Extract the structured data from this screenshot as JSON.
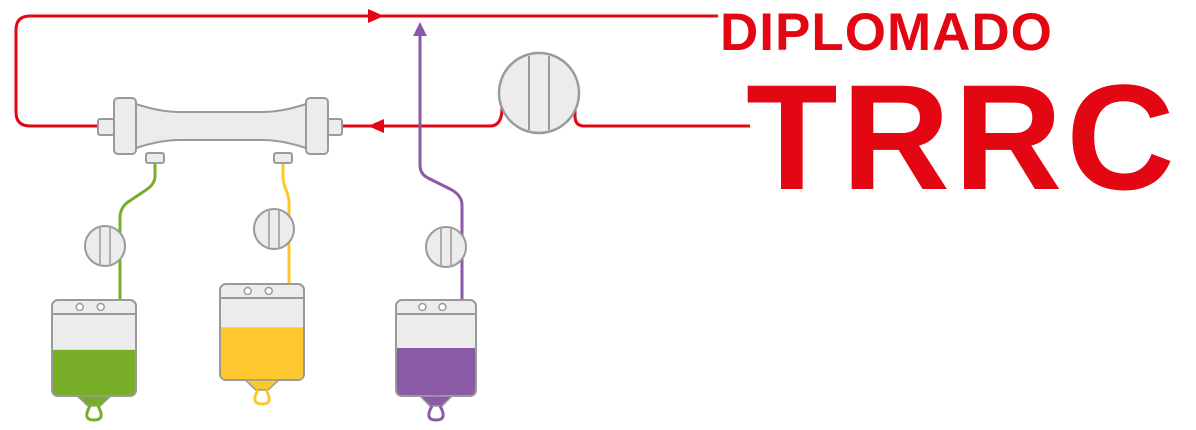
{
  "logo": {
    "line1": "DIPLOMADO",
    "line2": "TRRC",
    "color": "#e30613"
  },
  "diagram": {
    "blood_line_color": "#e30613",
    "dialysate_line_color": "#78ad28",
    "effluent_line_color": "#fdc82f",
    "replacement_line_color": "#8a5aa6",
    "outline_color": "#9a9a9a",
    "component_fill": "#ececec",
    "bags": [
      {
        "name": "green",
        "fill_color": "#78ad28",
        "fill_level": 0.48
      },
      {
        "name": "yellow",
        "fill_color": "#fdc82f",
        "fill_level": 0.55
      },
      {
        "name": "purple",
        "fill_color": "#8a5aa6",
        "fill_level": 0.5
      }
    ],
    "icons": [
      "filter-icon",
      "pump-icon",
      "iv-bag-icon"
    ]
  }
}
